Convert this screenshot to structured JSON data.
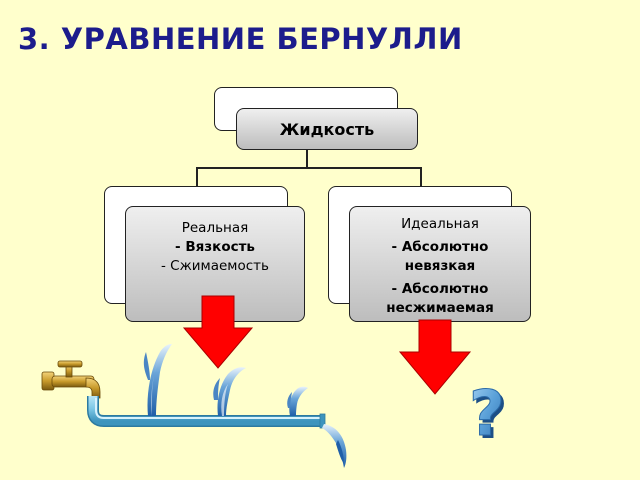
{
  "title": "3. УРАВНЕНИЕ БЕРНУЛЛИ",
  "root": {
    "label": "Жидкость"
  },
  "real": {
    "heading": "Реальная",
    "items": [
      "- Вязкость",
      "- Сжимаемость"
    ]
  },
  "ideal": {
    "heading": "Идеальная",
    "items": [
      "- Абсолютно невязкая",
      "- Абсолютно несжимаемая"
    ]
  },
  "question_mark": "?",
  "colors": {
    "background": "#ffffcc",
    "title": "#1c1c8c",
    "arrow": "#ff0000",
    "pipe": "#7ec8e6",
    "question": "#5aa0d8",
    "faucet": "#c89a2a"
  }
}
